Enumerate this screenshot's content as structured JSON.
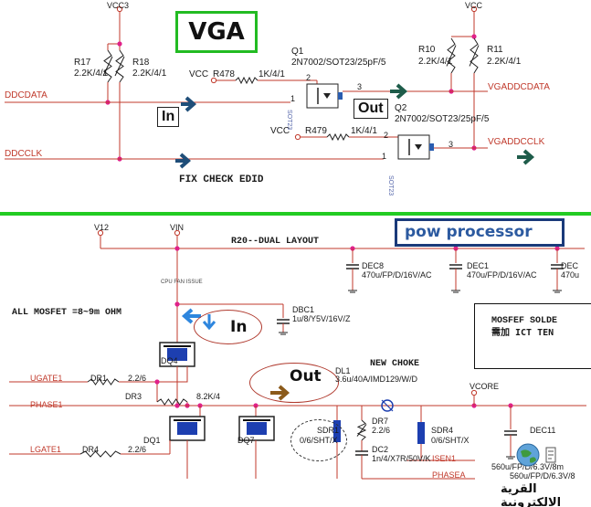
{
  "vga": {
    "title": "VGA",
    "vcc3": "VCC3",
    "vcc_top": "VCC",
    "r17": {
      "ref": "R17",
      "val": "2.2K/4/1"
    },
    "r18": {
      "ref": "R18",
      "val": "2.2K/4/1"
    },
    "r10": {
      "ref": "R10",
      "val": "2.2K/4/1"
    },
    "r11": {
      "ref": "R11",
      "val": "2.2K/4/1"
    },
    "q1": {
      "ref": "Q1",
      "part": "2N7002/SOT23/25pF/5"
    },
    "q2": {
      "ref": "Q2",
      "part": "2N7002/SOT23/25pF/5"
    },
    "r478": {
      "vcc": "VCC",
      "ref": "R478",
      "val": "1K/4/1"
    },
    "r479": {
      "vcc": "VCC",
      "ref": "R479",
      "val": "1K/4/1"
    },
    "ddcdata": "DDCDATA",
    "ddcclk": "DDCCLK",
    "vgaddcdata": "VGADDCDATA",
    "vgaddcclk": "VGADDCCLK",
    "in_tag": "In",
    "out_tag": "Out",
    "fix_note": "FIX CHECK EDID",
    "pins": {
      "p1": "1",
      "p2": "2",
      "p3": "3",
      "p1b": "1",
      "p2b": "2",
      "p3b": "3"
    },
    "sot1": "SOT23",
    "sot2": "SOT23"
  },
  "pow": {
    "title": "pow processor",
    "v12": "V12",
    "vin": "VIN",
    "r20": "R20--DUAL LAYOUT",
    "cpu_fan": "CPU FAN ISSUE",
    "dec8": {
      "ref": "DEC8",
      "val": "470u/FP/D/16V/AC"
    },
    "dec1": {
      "ref": "DEC1",
      "val": "470u/FP/D/16V/AC"
    },
    "dec_r": {
      "ref": "DEC",
      "val": "470u"
    },
    "all_mosfet": "ALL MOSFET =8~9m OHM",
    "dbc1": {
      "ref": "DBC1",
      "val": "1u/8/Y5V/16V/Z"
    },
    "in_tag": "In",
    "out_tag": "Out",
    "mosfet_box": {
      "line1": "MOSFEF SOLDE",
      "line2": "需加 ICT TEN"
    },
    "dq4": "DQ4",
    "ugate1": "UGATE1",
    "dr1": {
      "ref": "DR1",
      "val": "2.2/6"
    },
    "dr3": {
      "ref": "DR3",
      "val": "8.2K/4"
    },
    "phase1": "PHASE1",
    "dl1": {
      "ref": "DL1",
      "val": "3.6u/40A/IMD129/W/D"
    },
    "new_choke": "NEW CHOKE",
    "vcore": "VCORE",
    "dq1": "DQ1",
    "dq7": "DQ7",
    "lgate1": "LGATE1",
    "dr4": {
      "ref": "DR4",
      "val": "2.2/6"
    },
    "sdr1": {
      "ref": "SDR1",
      "val": "0/6/SHT/X"
    },
    "dr7": {
      "ref": "DR7",
      "val": "2.2/6"
    },
    "dc2": {
      "ref": "DC2",
      "val": "1n/4/X7R/50V/K"
    },
    "sdr4": {
      "ref": "SDR4",
      "val": "0/6/SHT/X"
    },
    "isen1": "ISEN1",
    "phasea": "PHASEA",
    "dec11": {
      "ref": "DEC11",
      "val1": "560u/FP/D/6.3V/8m",
      "val2": "560u/FP/D/6.3V/8"
    },
    "watermark": "القرية الالكترونية"
  },
  "colors": {
    "wire": "#c0392b",
    "node": "#e0218a",
    "green_bar": "#22cc22",
    "arrow_dark": "#1f4e79",
    "arrow_green": "#1e5c4a",
    "arrow_blue": "#2e86de",
    "arrow_brown": "#8b5a1a"
  }
}
